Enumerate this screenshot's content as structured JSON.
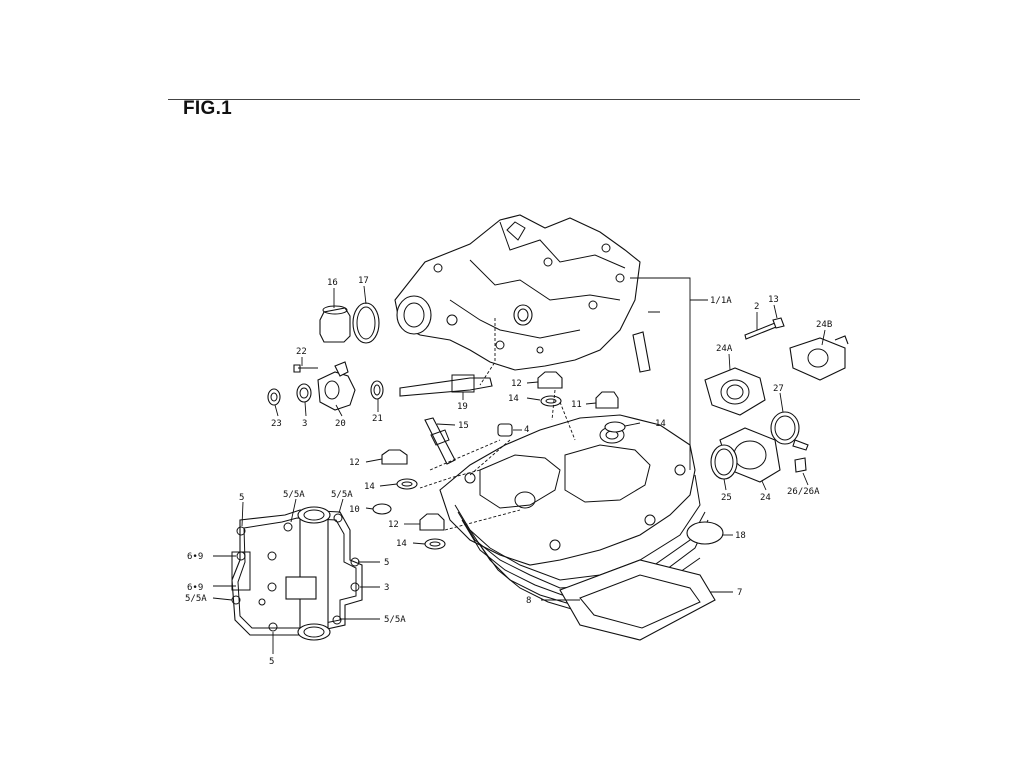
{
  "figure": {
    "title": "FIG.1"
  },
  "callouts": {
    "c16": "16",
    "c17": "17",
    "c1_1a": "1/1A",
    "c2": "2",
    "c13": "13",
    "c24b": "24B",
    "c22": "22",
    "c24a": "24A",
    "c12a": "12",
    "c14a": "14",
    "c27": "27",
    "c11": "11",
    "c14b": "14",
    "c23": "23",
    "c3a": "3",
    "c20": "20",
    "c19": "19",
    "c21": "21",
    "c15": "15",
    "c4": "4",
    "c12b": "12",
    "c25": "25",
    "c24": "24",
    "c26_26a": "26/26A",
    "c14c": "14",
    "c5a": "5",
    "c5_5a_a": "5/5A",
    "c5_5a_b": "5/5A",
    "c10": "10",
    "c12c": "12",
    "c14d": "14",
    "c18": "18",
    "c6_9a": "6•9",
    "c5b": "5",
    "c6_9b": "6•9",
    "c3b": "3",
    "c5_5a_c": "5/5A",
    "c8": "8",
    "c7": "7",
    "c5_5a_d": "5/5A",
    "c5c": "5"
  }
}
